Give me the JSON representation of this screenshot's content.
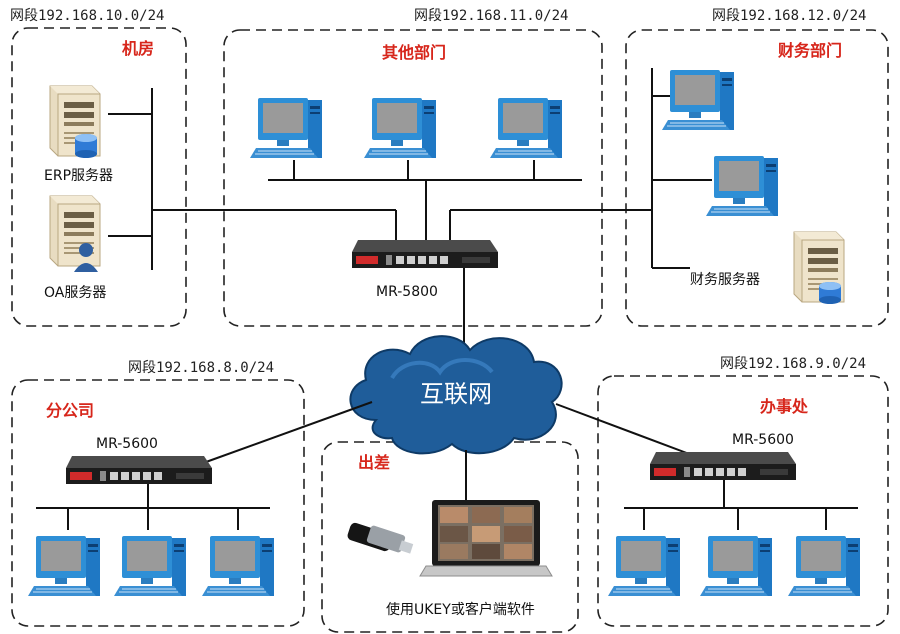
{
  "segments": {
    "server_room": "网段192.168.10.0/24",
    "other_depts": "网段192.168.11.0/24",
    "finance": "网段192.168.12.0/24",
    "branch": "网段192.168.8.0/24",
    "office": "网段192.168.9.0/24"
  },
  "zones": {
    "server_room": "机房",
    "other_depts": "其他部门",
    "finance": "财务部门",
    "branch": "分公司",
    "travel": "出差",
    "office": "办事处"
  },
  "labels": {
    "erp_server": "ERP服务器",
    "oa_server": "OA服务器",
    "finance_server": "财务服务器",
    "hq_router": "MR-5800",
    "branch_router": "MR-5600",
    "office_router": "MR-5600",
    "internet": "互联网",
    "travel_note": "使用UKEY或客户端软件"
  },
  "colors": {
    "zone_title": "#d7261b",
    "pc_body": "#2e8fd6",
    "cloud": "#1f5d9a"
  }
}
